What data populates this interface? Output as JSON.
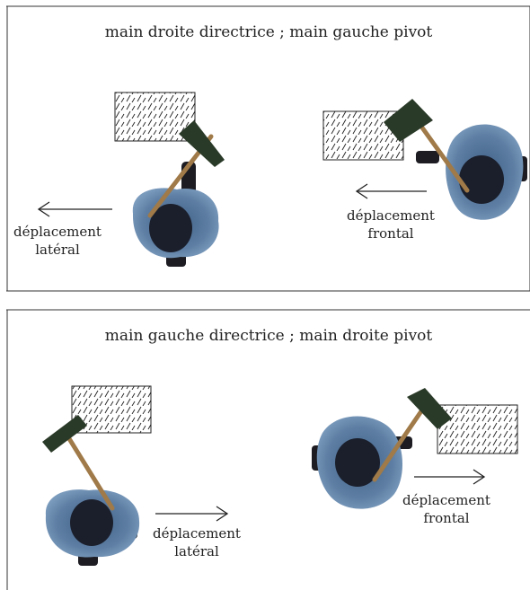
{
  "panels": [
    {
      "title": "main droite directrice ; main gauche pivot",
      "left_label": [
        "déplacement",
        "latéral"
      ],
      "right_label": [
        "déplacement",
        "frontal"
      ]
    },
    {
      "title": "main gauche directrice ; main droite pivot",
      "left_label": [
        "déplacement",
        "latéral"
      ],
      "right_label": [
        "déplacement",
        "frontal"
      ]
    }
  ],
  "colors": {
    "cape": "#5a7a9c",
    "head": "#1b1f2c",
    "axe_handle": "#a07a48",
    "axe_head": "#2a3a28",
    "hatch": "#222222"
  }
}
